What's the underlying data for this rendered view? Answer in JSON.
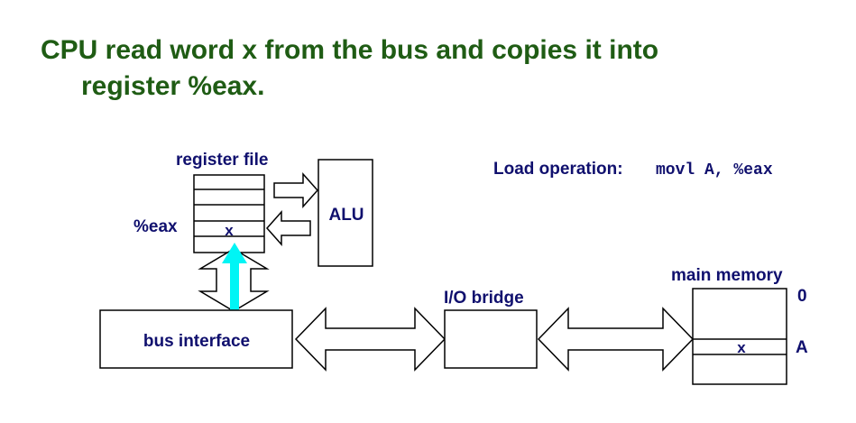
{
  "title": {
    "line1": "CPU read word x from the bus and copies it into",
    "line2": "register %eax."
  },
  "diagram": {
    "register_file_label": "register file",
    "register_name": "%eax",
    "register_value": "x",
    "alu_label": "ALU",
    "bus_interface_label": "bus interface",
    "io_bridge_label": "I/O bridge",
    "main_memory_label": "main memory",
    "memory_addr_0": "0",
    "memory_addr_a": "A",
    "memory_value": "x",
    "load_op_label": "Load operation:",
    "load_op_instruction": "movl A, %eax"
  },
  "colors": {
    "title": "#1f5c14",
    "text": "#10106e",
    "highlight_arrow": "#00f5f5",
    "outline": "#000000"
  }
}
